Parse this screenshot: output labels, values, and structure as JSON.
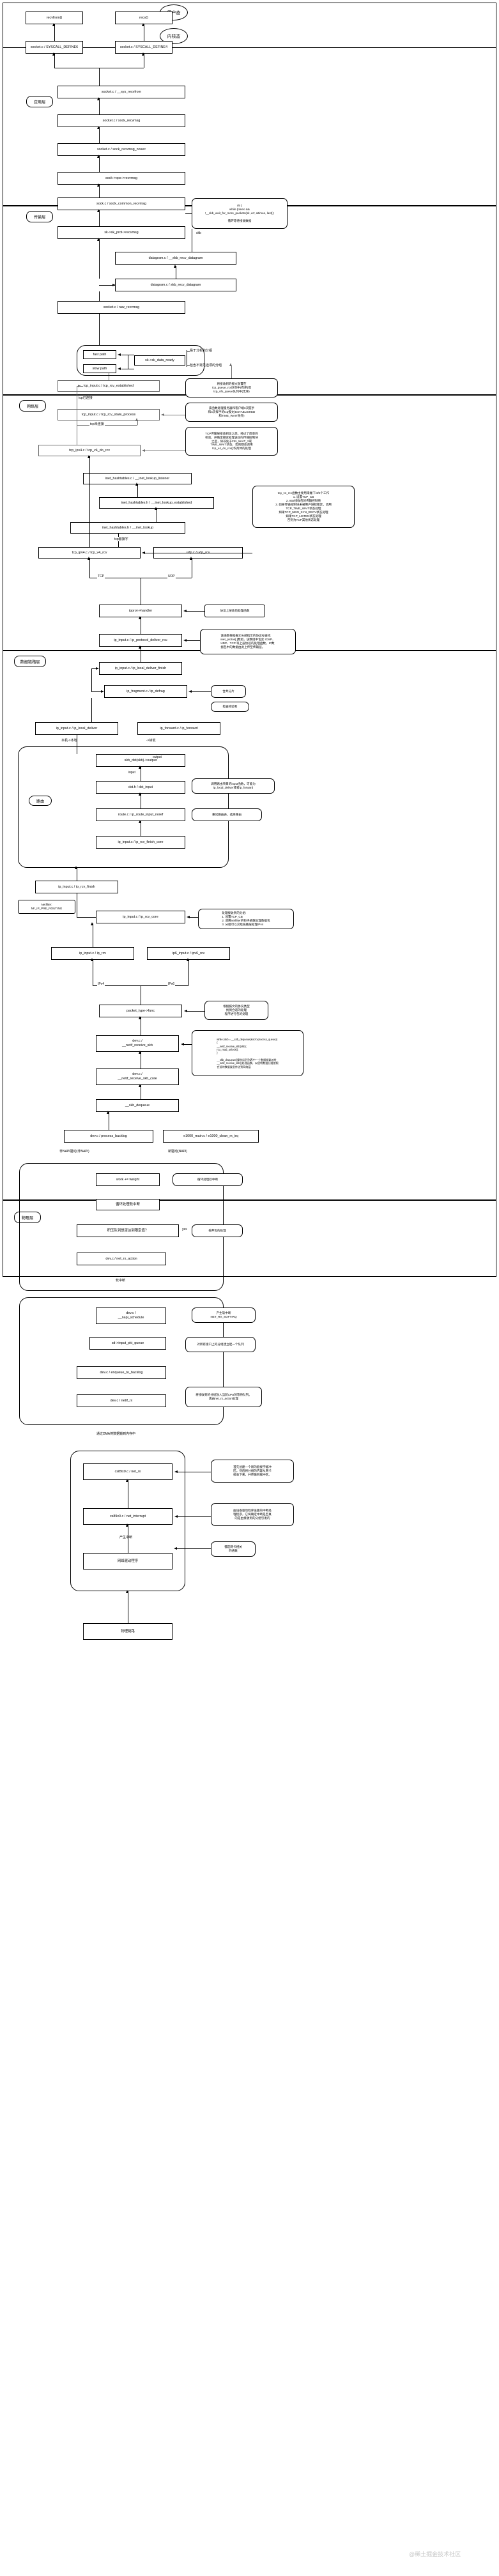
{
  "zones": {
    "user_mode": "用户态",
    "kernel_mode": "内核态",
    "app_layer": "应用层",
    "transport_layer": "传输层",
    "network_layer": "网络层",
    "datalink_layer": "数据链路层",
    "physical_layer": "物理层"
  },
  "app": {
    "recvfrom": "recvfrom()",
    "recv": "recv()",
    "syscall6": "socket.c / SYSCALL_DEFINE6",
    "syscall4": "socket.c / SYSCALL_DEFINE4",
    "sys_recvfrom": "socket.c / __sys_recvfrom",
    "sock_recvmsg": "socket.c / sock_recvmsg",
    "sock_recvmsg_nosec": "socket.c / sock_recvmsg_nosec",
    "ops_recvmsg": "sock->ops->recvmsg",
    "sock_common_recvmsg": "sock.c / sock_common_recvmsg",
    "sk_prot_recvmsg": "sk->sk_prot->recvmsg",
    "skb_recv_datagram": "datagram.c / skb_recv_datagram",
    "__skb_recv_datagram": "datagram.c / __skb_recv_datagram",
    "raw_recvmsg": "socket.c / raw_recvmsg",
    "do_note": "do {\nwhile (timeo &&\n!__skb_wait_for_more_packets(sk, err, &timeo, last));\n\n循环等待接收数据",
    "skb_label": "skb"
  },
  "transport": {
    "sk_sk_data_ready": "sk->sk_data_ready",
    "fast_path": "fast path",
    "slow_path": "slow path",
    "tcp_rcv_established": "tcp_input.c / tcp_rcv_established",
    "tcp_rcv_state_process": "tcp_input.c / tcp_rcv_state_process",
    "tcp_v4_do_rcv": "tcp_ipv4.c / tcp_v4_do_rcv",
    "inet_lookup_listener": "inet_hashtables.c / __inet_lookup_listener",
    "inet_lookup_established": "inet_hashtables.h / __inet_lookup_established",
    "inet_lookup": "inet_hashtables.h / __inet_lookup",
    "tcp_ipv4_tcp_v4_rcv": "tcp_ipv4.c / tcp_v4_rcv",
    "udp_rcv": "udp.c / udp_rcv",
    "lbl_tcp_connected": "tcp已连接",
    "lbl_tcp_unconnected": "tcp未连接",
    "lbl_tcp_sockets": "tcp套接字",
    "lbl_tcp": "TCP",
    "lbl_udp": "UDP",
    "note_easy": "易于分析的分组",
    "note_uncommon": "包含不常见选项的分组",
    "note_queue": "将接收到的报文放置在\ntcp_queue_rcv队列中(有序)或\ntcp_ofo_queue队列中(无序)",
    "note_handshake": "该函数处理服务器和客户端3次握手\n和4次挥手的tcp报文(ESTABLISHED\n和TIME_WAIT除外)",
    "note_tcpv4dorcv": "TCP传输层接收到段之后，经过了简单的\n校验，并确定接收处理该段的传输控制块\n之后，除非处于FIN_WAIT_2或\nTIME_WAIT状态，否则都会调用\ntcp_v4_do_rcv()作具体的处理",
    "note_tcpv4rcv": "tcp_v4_rcv函数主要用来做下/3/4个工作\n1. 设置TCP_CB\n2. 802接收包的传输控制块\n3. 如果传输控制块未被用户进程锁定，调用\nTCP_TIME_WAIT状态处理\n如果TCP_NEW_SYN_RECV状态处理\n如果TCP_LISTEN状态处理\n否则为TCP其他状态处理"
  },
  "network": {
    "ipprot_handler": "ipprot->handler",
    "ip_protocol_deliver_rcu": "ip_input.c / ip_protocol_deliver_rcu",
    "ip_local_deliver_finish": "ip_input.c / ip_local_deliver_finish",
    "ip_defrag": "ip_fragment.c / ip_defrag",
    "ip_local_deliver": "ip_input.c / ip_local_deliver",
    "ip_forward": "ip_forward.c / ip_forward",
    "skb_dst_skb_output": "skb_dst(skb)->output",
    "dst_input": "dst.h / dst_input",
    "ip_route_input_noref": "route.c / ip_route_input_noref",
    "ip_rcv_finish_core": "ip_input.c / ip_rcv_finish_core",
    "ip_rcv_finish": "ip_input.c / ip_rcv_finish",
    "ip_rcv_core": "ip_input.c / ip_rcv_core",
    "ip_rcv": "ip_input.c / ip_rcv",
    "ipv6_rcv": "ip6_input.c / ipv6_rcv",
    "routing_group": "路由",
    "netfilter": "Netfilter:\nNF_IP_PRE_ROUTING",
    "note_handler": "协议上层收包处理函数",
    "note_protocol": "该函数根据报文头部指示的协议号查找\ninet_protos[ ]数组，该数组中包含 ICMP、\nUDP、TCP 等上层协议的处理函数。IP数\n据包中的数据由此上传至传输层。",
    "note_merge": "合并分片",
    "note_checksum": "检查校验和",
    "note_dst": "调用路由项目的input函数，可能为\nip_local_deliver或者ip_forward",
    "note_route": "重试路由表，选择路由",
    "note_iprcv": "处理接收到的分组:\n1. 设置TCP_CB\n2. 调用netfilter的钩子函数处理数据包\n3. 分组可以交给链路层处理IPv4",
    "lbl_local": "本机->本地",
    "lbl_forward": "->转发",
    "lbl_input": "input",
    "lbl_output": "output",
    "lbl_yes": "yes",
    "lbl_ipv4": "IPv4",
    "lbl_ipv6": "IPv6"
  },
  "datalink": {
    "packet_type_func": "packet_type->func",
    "netif_receive_skb": "dev.c /\n__netif_receive_skb",
    "netif_receive_skb_core": "dev.c /\n__netif_receive_skb_core",
    "skb_dequeue": "__skb_dequeue",
    "process_backlog": "dev.c / process_backlog",
    "net_rx_action": "e1000_main.c / e1000_clean_rx_irq",
    "work_weight": "work += weight",
    "poll_loop": "循环处理软中断",
    "backlog_check": "积压队列是否达到限定值？",
    "drop_packet": "丢弃包的处理",
    "net_rx_action_box": "dev.c / net_rx_action",
    "napi_schedule": "dev.c /\n__napi_schedule",
    "sd_input_pkt_queue": "sd->input_pkt_queue",
    "enqueue_to_backlog": "dev.c / enqueue_to_backlog",
    "netif_rx": "dev.c / netif_rx",
    "note_packet_type": "根据报文的协议类型\n找到合适的处理\n程序进行包的处理",
    "note_while": "while (skb = __skb_dequeue(&sd->process_queue))\n{\n    __netif_receive_skb(skb);\n    rcu_read_unlock();\n}\n\n__skb_dequeue()操作队列列表中一个数据帧委派给\n__netif_receive_skb()处理函数，以便将数据分组按照\n合适的数据类型传送到网络层",
    "note_napi": "产生软中断\nNET_RX_SOFTIRQ",
    "note_timer": "对所有接口上的分组建立起一个队列",
    "note_cpu": "将接收到的分组放入当前CPU的等待队列。\n再由net_rx_action处理",
    "lbl_nonnapi": "非NAPI驱动(非NAPI)",
    "lbl_napi": "新驱动(NAPI)",
    "lbl_softirq": "软中断",
    "lbl_dma": "通过DMA将数据搬到内存中",
    "lbl_yes": "yes"
  },
  "physical": {
    "net_rx": "cs89x0.c / net_rx",
    "net_interrupt": "cs89x0.c / net_interrupt",
    "driver": "网络驱动程序",
    "phys_link": "物理链路",
    "lbl_interrupt": "产生中断",
    "note_netrx": "首先创建一个新的套接字缓冲\n区。然后将分组的内容从网卡\n接收下来，并传输到缓冲区。",
    "note_interrupt": "由设备驱动程序设置的中断处\n理程序，它将确定中断是否真\n的是由接收到的分组引发的",
    "note_nic": "都是网卡相关\n的函数"
  },
  "watermark": "@稀土掘金技术社区"
}
